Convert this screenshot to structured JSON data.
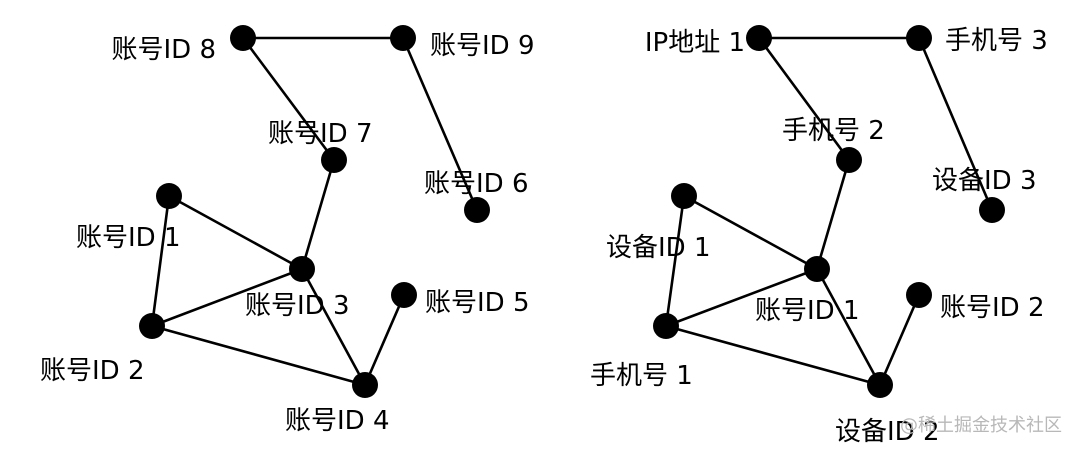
{
  "graphs": [
    {
      "nodes": [
        "账号ID 8",
        "账号ID 9",
        "账号ID 7",
        "账号ID 6",
        "账号ID 1",
        "账号ID 3",
        "账号ID 5",
        "账号ID 2",
        "账号ID 4"
      ],
      "edges": [
        [
          "账号ID 8",
          "账号ID 9"
        ],
        [
          "账号ID 8",
          "账号ID 7"
        ],
        [
          "账号ID 9",
          "账号ID 6"
        ],
        [
          "账号ID 7",
          "账号ID 3"
        ],
        [
          "账号ID 1",
          "账号ID 3"
        ],
        [
          "账号ID 1",
          "账号ID 2"
        ],
        [
          "账号ID 2",
          "账号ID 3"
        ],
        [
          "账号ID 2",
          "账号ID 4"
        ],
        [
          "账号ID 3",
          "账号ID 4"
        ],
        [
          "账号ID 4",
          "账号ID 5"
        ]
      ]
    },
    {
      "nodes": [
        "IP地址 1",
        "手机号 3",
        "手机号 2",
        "设备ID 3",
        "设备ID 1",
        "账号ID 1",
        "账号ID 2",
        "手机号 1",
        "设备ID 2"
      ],
      "edges": [
        [
          "IP地址 1",
          "手机号 3"
        ],
        [
          "IP地址 1",
          "手机号 2"
        ],
        [
          "手机号 3",
          "设备ID 3"
        ],
        [
          "手机号 2",
          "账号ID 1"
        ],
        [
          "设备ID 1",
          "账号ID 1"
        ],
        [
          "设备ID 1",
          "手机号 1"
        ],
        [
          "手机号 1",
          "账号ID 1"
        ],
        [
          "手机号 1",
          "设备ID 2"
        ],
        [
          "账号ID 1",
          "设备ID 2"
        ],
        [
          "设备ID 2",
          "账号ID 2"
        ]
      ]
    }
  ],
  "watermark": "@稀土掘金技术社区",
  "colors": {
    "background": "#ffffff",
    "node": "#000000",
    "edge": "#000000",
    "label": "#000000",
    "watermark": "#b8b8b8"
  }
}
